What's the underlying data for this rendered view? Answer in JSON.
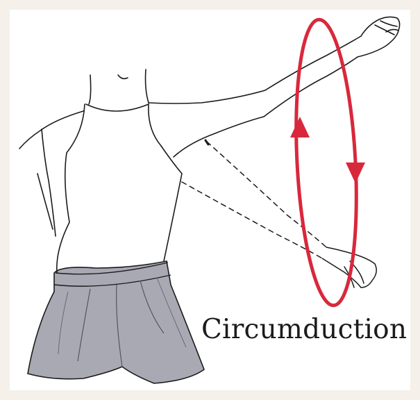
{
  "caption": "Circumduction",
  "colors": {
    "background": "#f5f0ea",
    "panel": "#ffffff",
    "ink": "#1b1b1b",
    "motion_path": "#d8283c",
    "shorts": "#a9a9b4"
  },
  "icons": {
    "motion": "red-circular-arrow",
    "arrow_up": "arrowhead-up",
    "arrow_down": "arrowhead-down"
  }
}
